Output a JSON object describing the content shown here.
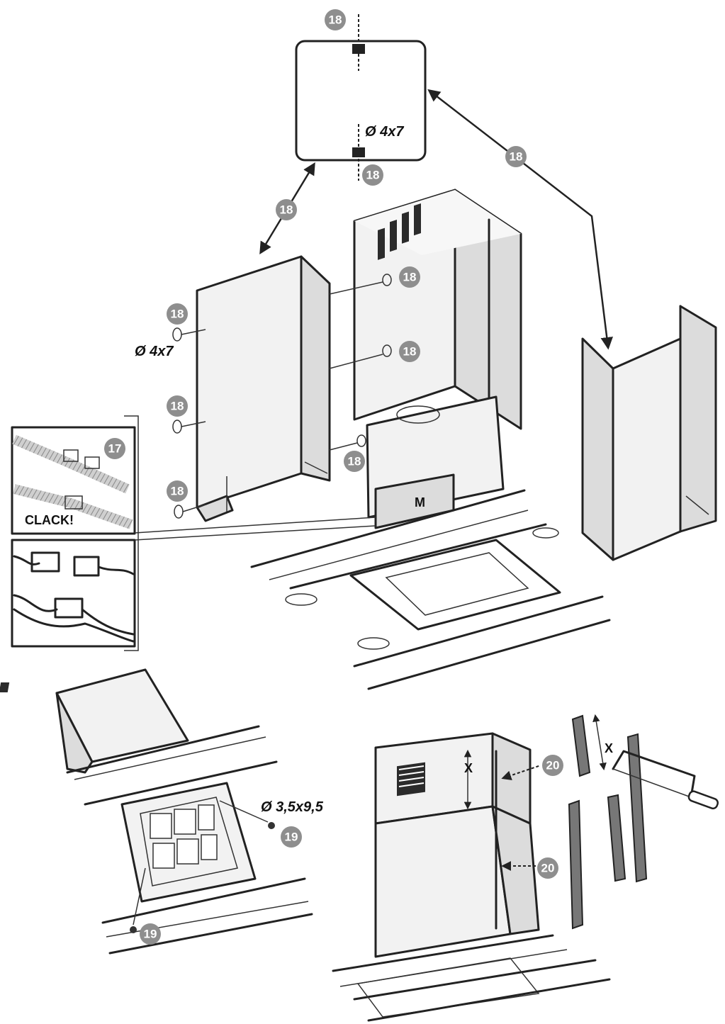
{
  "labels": {
    "screw_4x7_top": "Ø 4x7",
    "screw_4x7_left": "Ø 4x7",
    "screw_35x95": "Ø 3,5x9,5",
    "motor": "M",
    "clack": "CLACK!",
    "dim_x1": "X",
    "dim_x2": "X"
  },
  "badges": {
    "b18": "18",
    "b17": "17",
    "b19": "19",
    "b20": "20"
  },
  "colors": {
    "badge": "#8e8e8e",
    "line": "#222222",
    "panel": "#f2f2f2"
  }
}
